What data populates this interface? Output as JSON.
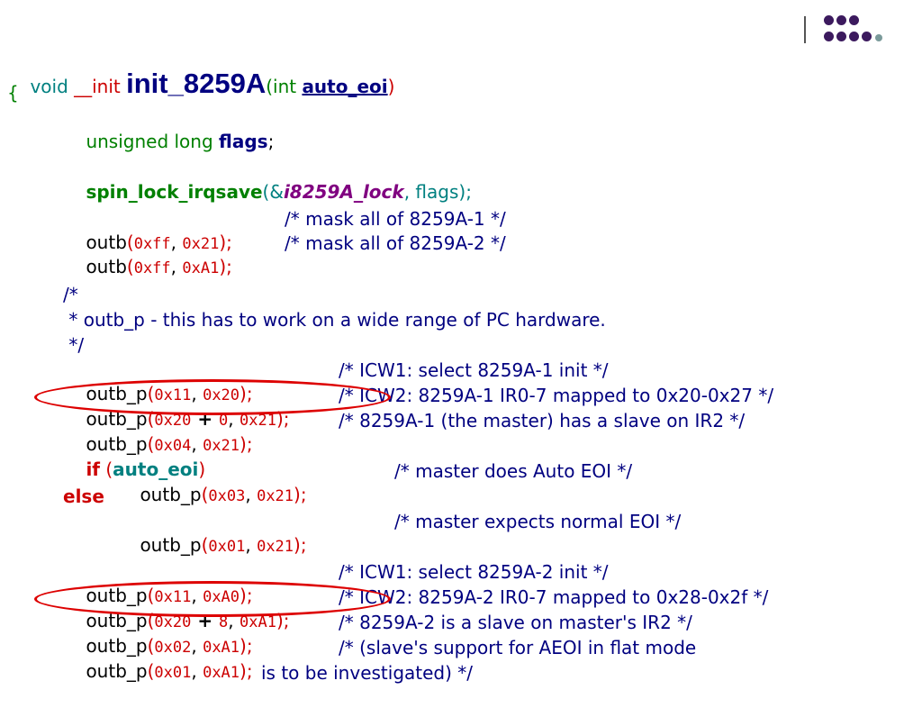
{
  "code": {
    "sig_void": "void ",
    "sig_init": "__init ",
    "sig_name": "init_8259A",
    "sig_open": "(int ",
    "sig_param": "auto_eoi",
    "sig_close": ")",
    "open_brace": "{",
    "decl_type": "unsigned long ",
    "decl_var": "flags",
    "semi": ";",
    "spin_fn": "spin_lock_irqsave",
    "spin_open": "(&",
    "spin_lock": "i8259A_lock",
    "spin_rest": ", flags);",
    "outb": "outb",
    "outb_p": "outb_p",
    "paren_open": "(",
    "paren_close_semi": ");",
    "comma": ", ",
    "plus": " + ",
    "v_0xff": "0xff",
    "v_0x21": "0x21",
    "v_0xA1": "0xA1",
    "v_0x11": "0x11",
    "v_0x20": "0x20",
    "v_0": "0",
    "v_0x04": "0x04",
    "v_0x03": "0x03",
    "v_0x01": "0x01",
    "v_0xA0": "0xA0",
    "v_8": "8",
    "v_0x02": "0x02",
    "c_mask1": "/* mask all of 8259A-1 */",
    "c_mask2": "/* mask all of 8259A-2 */",
    "c_open": "/*",
    "c_mid": " * outb_p - this has to work on a wide range of PC hardware.",
    "c_close": " */",
    "c_icw1_1": "/* ICW1: select 8259A-1 init */",
    "c_icw2_1": "/* ICW2: 8259A-1 IR0-7 mapped to 0x20-0x27 */",
    "c_master": "/* 8259A-1 (the master) has a slave on IR2 */",
    "kw_if": "if",
    "if_open": " (",
    "auto_eoi": "auto_eoi",
    "if_close": ")",
    "c_auto": "/* master does Auto EOI */",
    "kw_else": "else",
    "c_normal": "/* master expects normal EOI */",
    "c_icw1_2": "/* ICW1: select 8259A-2 init */",
    "c_icw2_2": "/* ICW2: 8259A-2 IR0-7 mapped to 0x28-0x2f */",
    "c_slave": "/* 8259A-2 is a slave on master's IR2 */",
    "c_aeoi1": "/* (slave's support for AEOI in flat mode",
    "c_aeoi2": "is to be investigated) */"
  },
  "colors": {
    "annotation_ellipse": "#dd0000",
    "logo_dots": "#3c1a5e",
    "logo_dot_accent": "#7a9a9a"
  }
}
